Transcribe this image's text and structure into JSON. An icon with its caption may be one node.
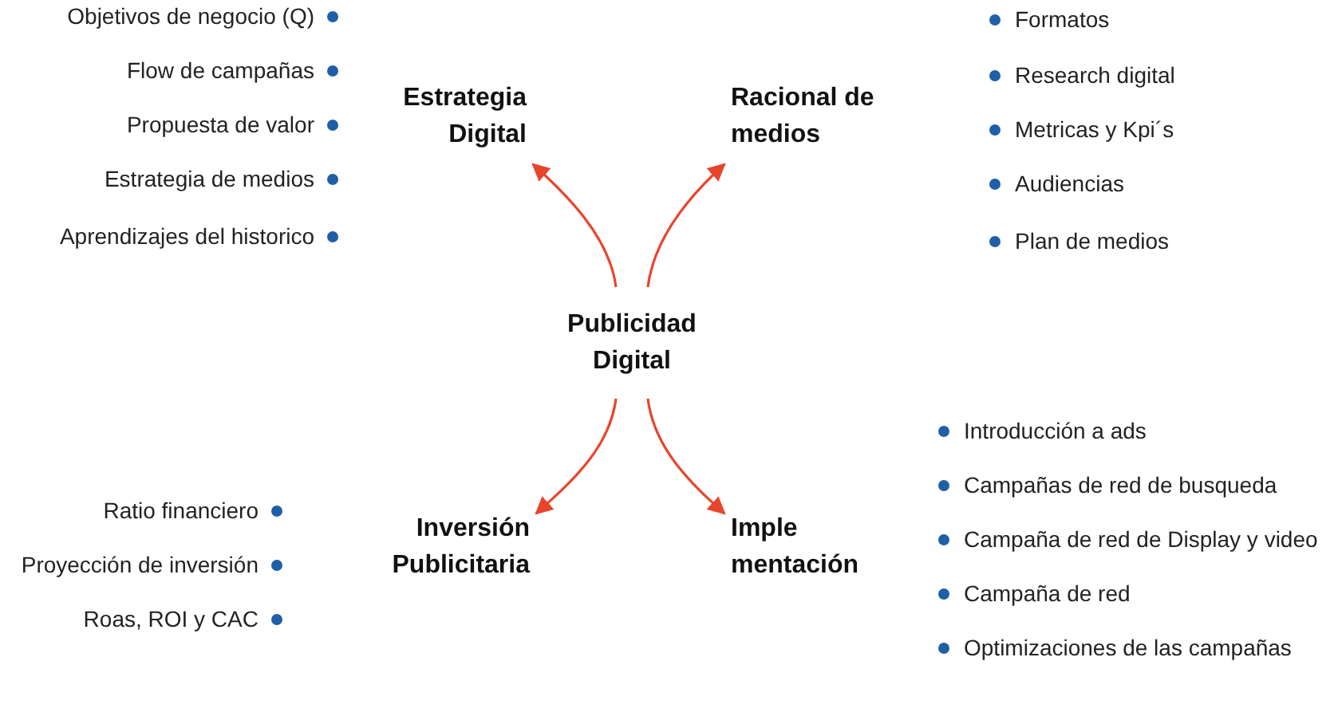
{
  "diagram": {
    "nodes": [
      {
        "text": [
          "Publicidad Digital"
        ]
      },
      {
        "text": [
          "Estrategia Digital"
        ]
      },
      {
        "text": [
          "Racional de medios"
        ]
      },
      {
        "text": [
          "Inversión Publicitaria"
        ]
      },
      {
        "text": [
          "Imple mentación"
        ]
      }
    ],
    "edges": [
      {
        "from": 0,
        "to": 1,
        "arrow": "to"
      },
      {
        "from": 0,
        "to": 2,
        "arrow": "to"
      },
      {
        "from": 0,
        "to": 3,
        "arrow": "to"
      },
      {
        "from": 0,
        "to": 4,
        "arrow": "to"
      }
    ],
    "labels": [
      "Objetivos de negocio (Q)",
      "Flow de campañas",
      "Propuesta de valor",
      "Estrategia de medios",
      "Aprendizajes del historico",
      "Formatos",
      "Research digital",
      "Metricas y Kpi´s",
      "Audiencias",
      "Plan de medios",
      "Ratio financiero",
      "Proyección de inversión",
      "Roas, ROI y CAC",
      "Introducción a ads",
      "Campañas de red de busqueda",
      "Campaña de red de Display y video",
      "Campaña de red",
      "Optimizaciones de las campañas"
    ]
  }
}
